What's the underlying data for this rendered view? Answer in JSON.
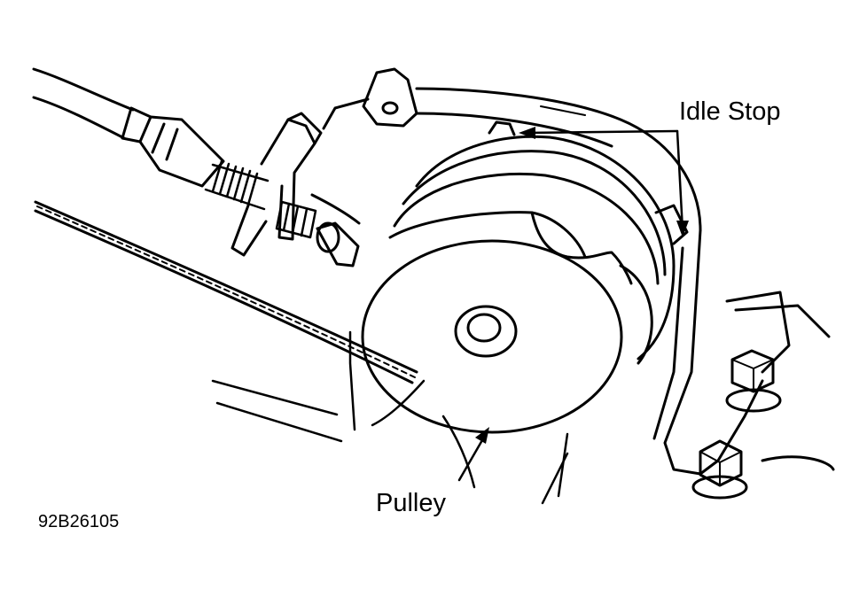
{
  "diagram": {
    "labels": {
      "idle_stop": "Idle Stop",
      "pulley": "Pulley"
    },
    "figure_id": "92B26105",
    "ink_color": "#000000",
    "paper_color": "#ffffff"
  }
}
